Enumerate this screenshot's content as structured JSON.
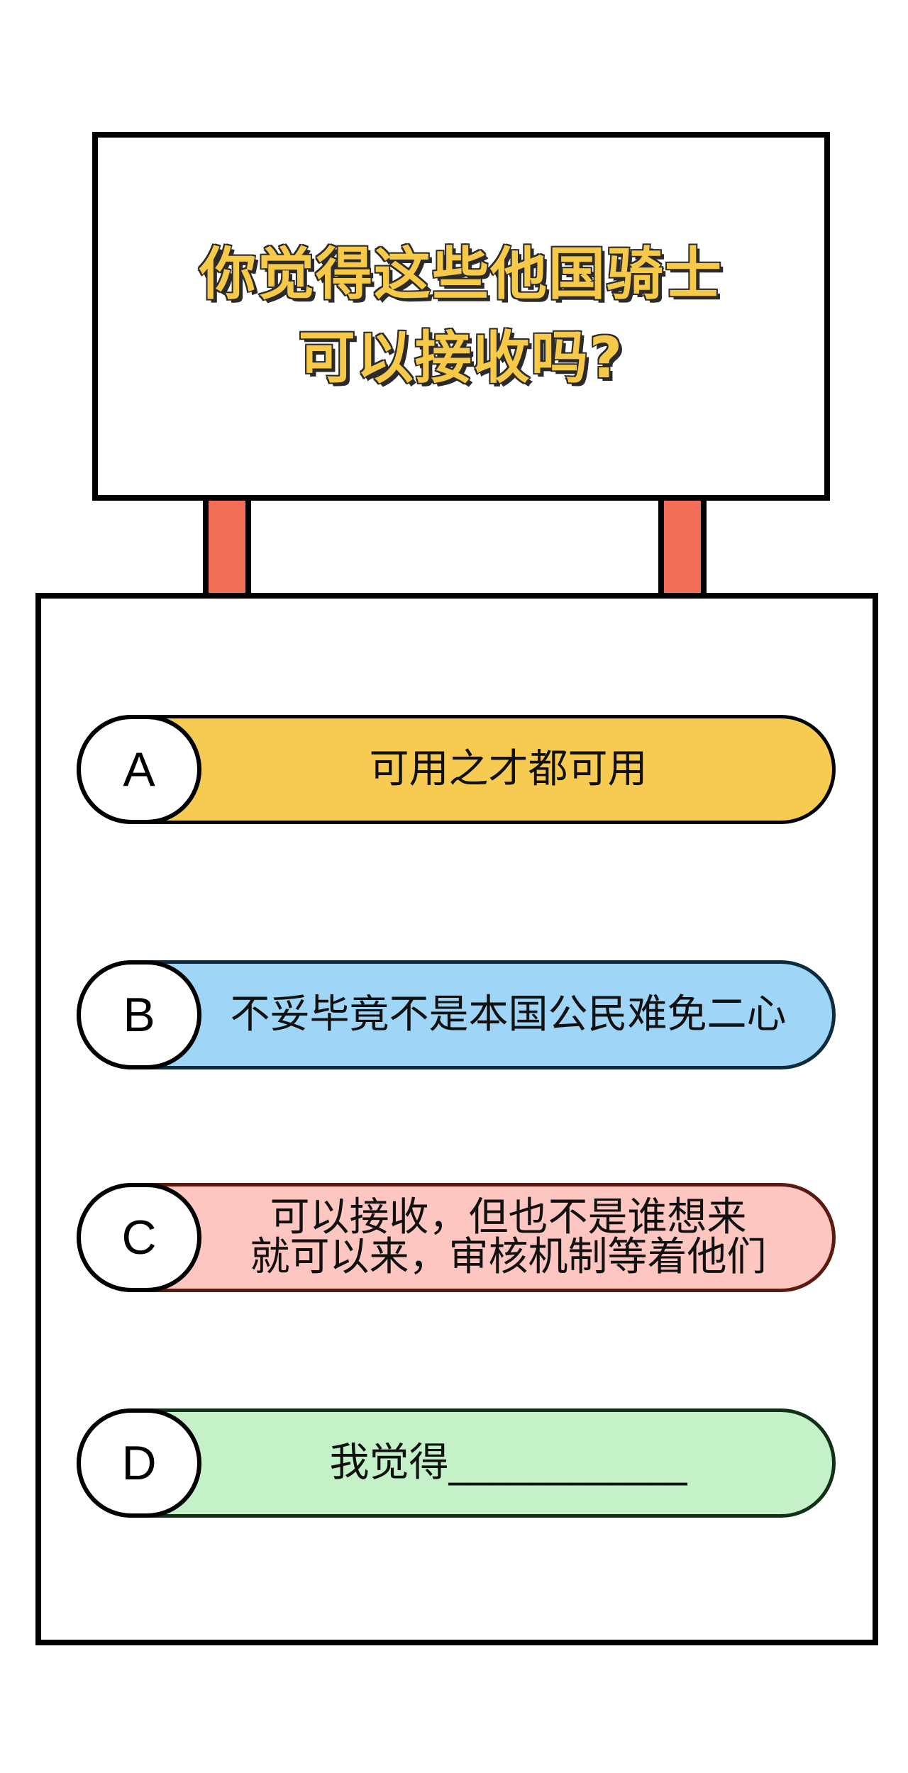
{
  "title": {
    "line1": "你觉得这些他国骑士",
    "line2": "可以接收吗?"
  },
  "options": [
    {
      "letter": "A",
      "text": "可用之才都可用",
      "color": "#f7cb52"
    },
    {
      "letter": "B",
      "text": "不妥毕竟不是本国公民难免二心",
      "color": "#9fd6f7"
    },
    {
      "letter": "C",
      "lines": [
        "可以接收，但也不是谁想来",
        "就可以来，审核机制等着他们"
      ],
      "color": "#fdc6c0"
    },
    {
      "letter": "D",
      "text": "我觉得____________",
      "color": "#c4f1c8"
    }
  ],
  "colors": {
    "post": "#f26e57",
    "title_fill": "#f7c948"
  }
}
